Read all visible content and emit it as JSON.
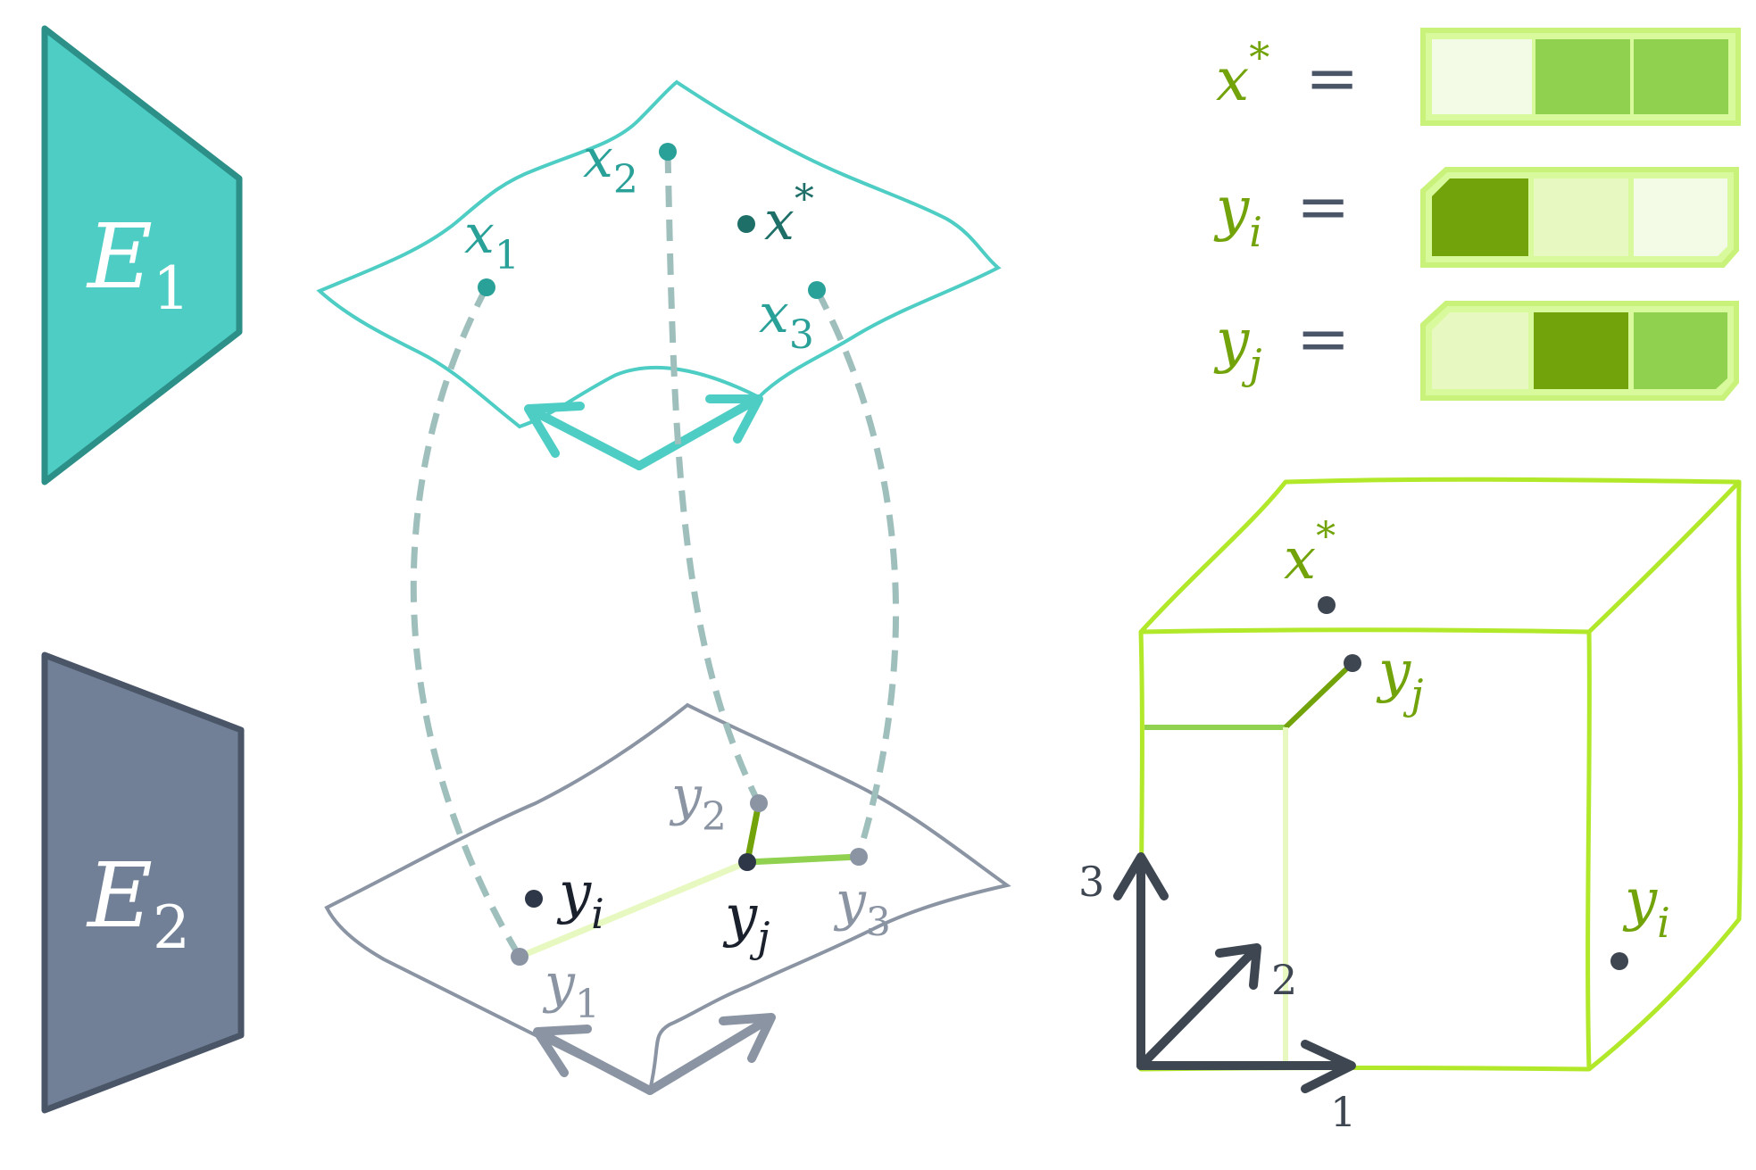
{
  "encoders": {
    "e1": {
      "base": "E",
      "sub": "1",
      "color": "#4ecdc4"
    },
    "e2": {
      "base": "E",
      "sub": "2",
      "color": "#718096"
    }
  },
  "top_surface": {
    "points": [
      {
        "base": "x",
        "sub": "1"
      },
      {
        "base": "x",
        "sub": "2"
      },
      {
        "base": "x",
        "sub": "3"
      }
    ],
    "target": {
      "base": "x",
      "sup": "*"
    },
    "color": "#4ecdc4"
  },
  "bottom_surface": {
    "points": [
      {
        "base": "y",
        "sub": "1"
      },
      {
        "base": "y",
        "sub": "2"
      },
      {
        "base": "y",
        "sub": "3"
      }
    ],
    "yi": {
      "base": "y",
      "sub": "i"
    },
    "yj": {
      "base": "y",
      "sub": "j"
    },
    "color": "#8a94a3"
  },
  "vectors": [
    {
      "lhs_base": "x",
      "lhs_sup": "*",
      "eq": "=",
      "cells": [
        "#f3fbe6",
        "#90d14f",
        "#90d14f"
      ]
    },
    {
      "lhs_base": "y",
      "lhs_sub": "i",
      "eq": "=",
      "cells": [
        "#73a30a",
        "#e7f9c1",
        "#f3fbe6"
      ]
    },
    {
      "lhs_base": "y",
      "lhs_sub": "j",
      "eq": "=",
      "cells": [
        "#e7f9c1",
        "#73a30a",
        "#90d14f"
      ]
    }
  ],
  "cube": {
    "x_star": {
      "base": "x",
      "sup": "*"
    },
    "yj": {
      "base": "y",
      "sub": "j"
    },
    "yi": {
      "base": "y",
      "sub": "i"
    },
    "axes": {
      "a1": "1",
      "a2": "2",
      "a3": "3"
    },
    "color": "#b2e82a"
  },
  "colors": {
    "teal": "#4ecdc4",
    "teal_dark": "#2c8f88",
    "slate": "#718096",
    "slate_dark": "#4a5568",
    "dash": "#9fbfbd",
    "green_light": "#b2e82a",
    "green_mid": "#90d14f",
    "green_dark": "#73a30a",
    "axis": "#3d4651"
  }
}
